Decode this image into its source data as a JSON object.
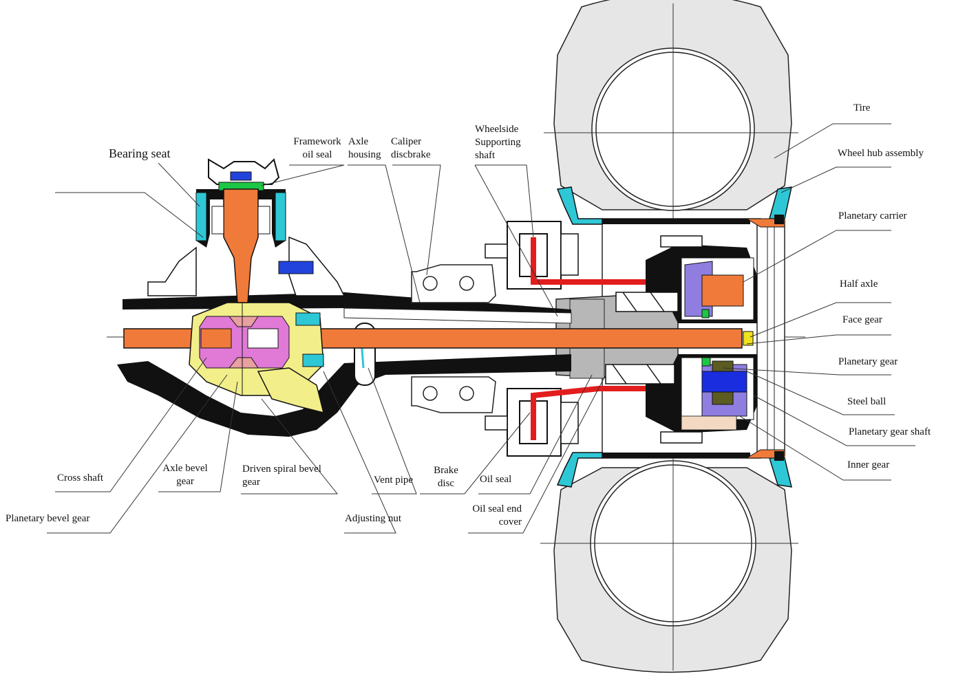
{
  "labels": {
    "bearing_seat": "Bearing seat",
    "framework_oil_seal_1": "Framework",
    "framework_oil_seal_2": "oil seal",
    "axle_housing_1": "Axle",
    "axle_housing_2": "housing",
    "caliper_1": "Caliper",
    "caliper_2": "discbrake",
    "wheelside_1": "Wheelside",
    "wheelside_2": "Supporting",
    "wheelside_3": "shaft",
    "tire": "Tire",
    "wheel_hub": "Wheel hub assembly",
    "planetary_carrier": "Planetary carrier",
    "half_axle": "Half axle",
    "face_gear": "Face gear",
    "planetary_gear": "Planetary gear",
    "steel_ball": "Steel ball",
    "planetary_gear_shaft": "Planetary gear shaft",
    "inner_gear": "Inner gear",
    "cross_shaft": "Cross shaft",
    "axle_bevel_1": "Axle bevel",
    "axle_bevel_2": "gear",
    "driven_spiral_1": "Driven  spiral bevel",
    "driven_spiral_2": "gear",
    "vent_pipe": "Vent pipe",
    "brake_disc_1": "Brake",
    "brake_disc_2": "disc",
    "oil_seal": "Oil seal",
    "oil_seal_end_1": "Oil seal end",
    "oil_seal_end_2": "cover",
    "planetary_bevel_gear": "Planetary bevel gear",
    "adjusting_nut": "Adjusting nut"
  },
  "colors": {
    "shaft": "#f07a3a",
    "housing": "#000000",
    "tire": "#e6e6e6",
    "hub_cyan": "#2ec7d6",
    "brake_pipe": "#e21d1d",
    "carrier_blue": "#8f7ee0",
    "planet_shaft": "#1a2ee0",
    "differential_yellow": "#f2ee8a",
    "differential_pink": "#e07ad6",
    "bearing_cyan": "#28c2cf",
    "seal_green": "#1ec646",
    "seal_blue": "#2244dd",
    "gray_part": "#b7b7b7",
    "face_gear_yellow": "#f2e21d"
  }
}
